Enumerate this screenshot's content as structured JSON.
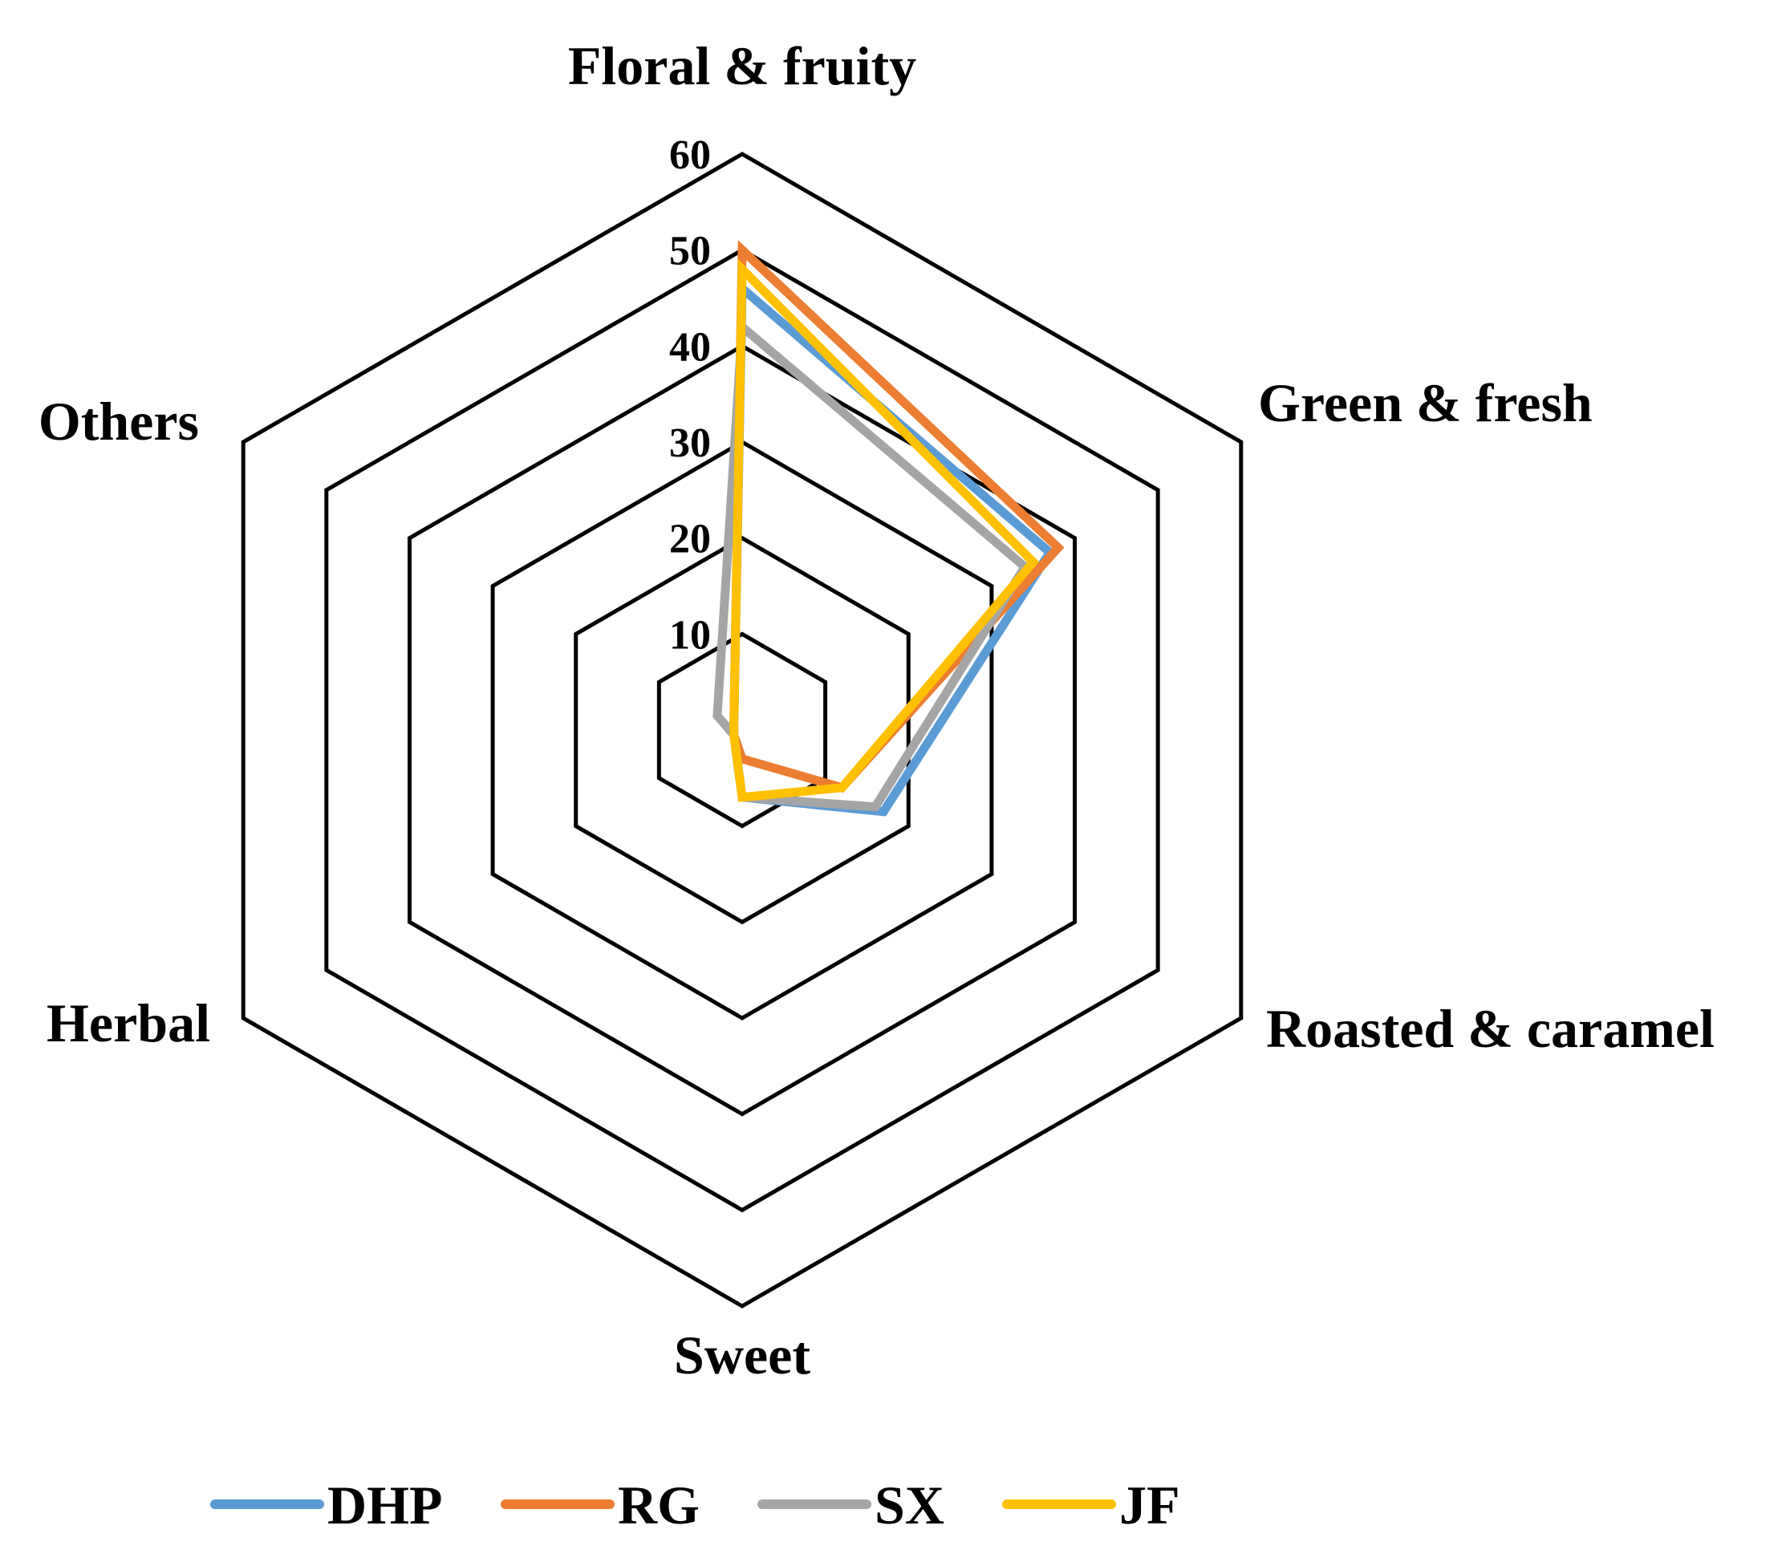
{
  "chart_data": {
    "type": "radar",
    "axes": [
      "Floral & fruity",
      "Green & fresh",
      "Roasted & caramel",
      "Sweet",
      "Herbal",
      "Others"
    ],
    "rlim": [
      0,
      60
    ],
    "ticks": [
      "10",
      "20",
      "30",
      "40",
      "50",
      "60"
    ],
    "tick_values": [
      10,
      20,
      30,
      40,
      50,
      60
    ],
    "grid": true,
    "legend_position": "bottom",
    "series": [
      {
        "name": "DHP",
        "color": "#5B9BD5",
        "values": [
          46,
          37,
          17,
          7,
          1,
          1
        ]
      },
      {
        "name": "RG",
        "color": "#ED7D31",
        "values": [
          50,
          38,
          12,
          3,
          1,
          1
        ]
      },
      {
        "name": "SX",
        "color": "#A5A5A5",
        "values": [
          42,
          34,
          16,
          7,
          1,
          3
        ]
      },
      {
        "name": "JF",
        "color": "#FFC000",
        "values": [
          48,
          35,
          12,
          7,
          1,
          1
        ]
      }
    ]
  }
}
